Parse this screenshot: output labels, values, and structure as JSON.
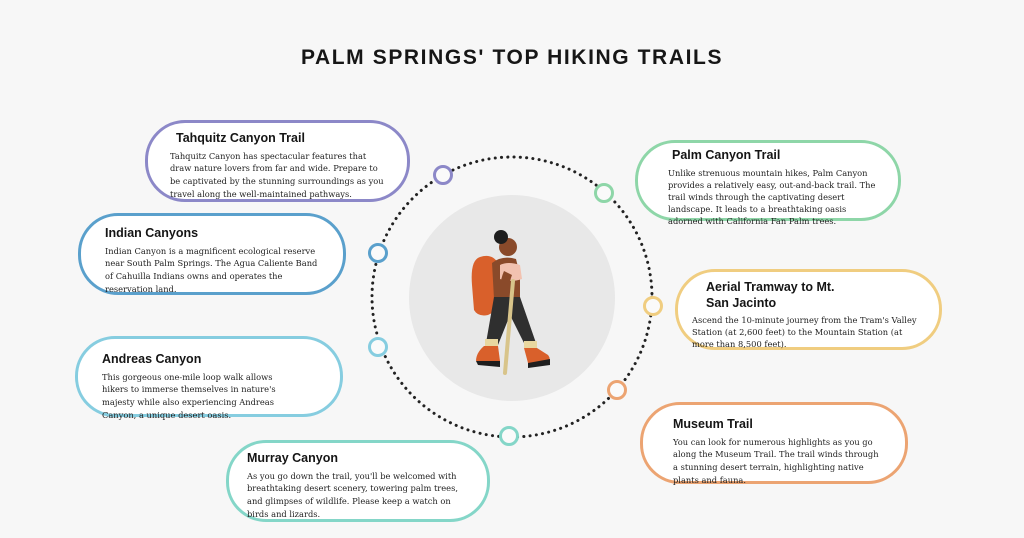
{
  "title": "PALM SPRINGS' TOP HIKING TRAILS",
  "center": {
    "icon": "hiker-illustration"
  },
  "trails": [
    {
      "name": "Tahquitz Canyon Trail",
      "description": "Tahquitz Canyon has spectacular features that draw nature lovers from far and wide. Prepare to be captivated by the stunning surroundings as you travel along the well-maintained pathways.",
      "color": "#8c88c8"
    },
    {
      "name": "Indian Canyons",
      "description": "Indian Canyon is a magnificent ecological reserve near South Palm Springs. The Agua Caliente Band of Cahuilla Indians owns and operates the reservation land.",
      "color": "#5aa0cc"
    },
    {
      "name": "Andreas Canyon",
      "description": "This gorgeous one-mile loop walk allows hikers to immerse themselves in nature's majesty while also experiencing Andreas Canyon, a unique desert oasis.",
      "color": "#86cde0"
    },
    {
      "name": "Murray Canyon",
      "description": "As you go down the trail, you'll be welcomed with breathtaking desert scenery, towering palm trees, and glimpses of wildlife. Please keep a watch on birds and lizards.",
      "color": "#84d6c8"
    },
    {
      "name": "Palm Canyon Trail",
      "description": "Unlike strenuous mountain hikes, Palm Canyon provides a relatively easy, out-and-back trail. The trail winds through the captivating desert landscape. It leads to a breathtaking oasis adorned with California Fan Palm trees.",
      "color": "#8ed6a8"
    },
    {
      "name": "Aerial Tramway to Mt. San Jacinto",
      "description": "Ascend the 10-minute journey from the Tram's Valley Station (at 2,600 feet) to the Mountain Station (at more than 8,500 feet).",
      "color": "#f0cd80"
    },
    {
      "name": "Museum Trail",
      "description": "You can look for numerous highlights as you go along the Museum Trail. The trail winds through a stunning desert terrain, highlighting native plants and fauna.",
      "color": "#eca472"
    }
  ]
}
